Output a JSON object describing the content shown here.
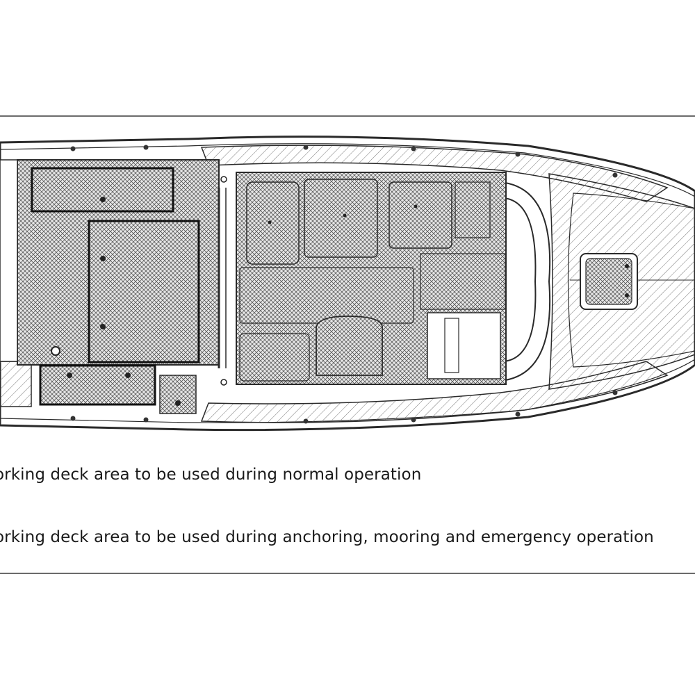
{
  "legend": {
    "normal_text": "orking deck area to be used during normal operation",
    "emergency_text": "orking deck area to be used during anchoring, mooring and emergency operation"
  },
  "colors": {
    "line": "#2a2a2a",
    "cross_hatch": "#4a4a4a",
    "diagonal_hatch": "#7a7a7a",
    "rule": "#6b6b6b",
    "background": "#ffffff"
  },
  "hatch_patterns": {
    "normal_operation_area": "cross-hatch",
    "emergency_operation_area": "diagonal-hatch"
  }
}
